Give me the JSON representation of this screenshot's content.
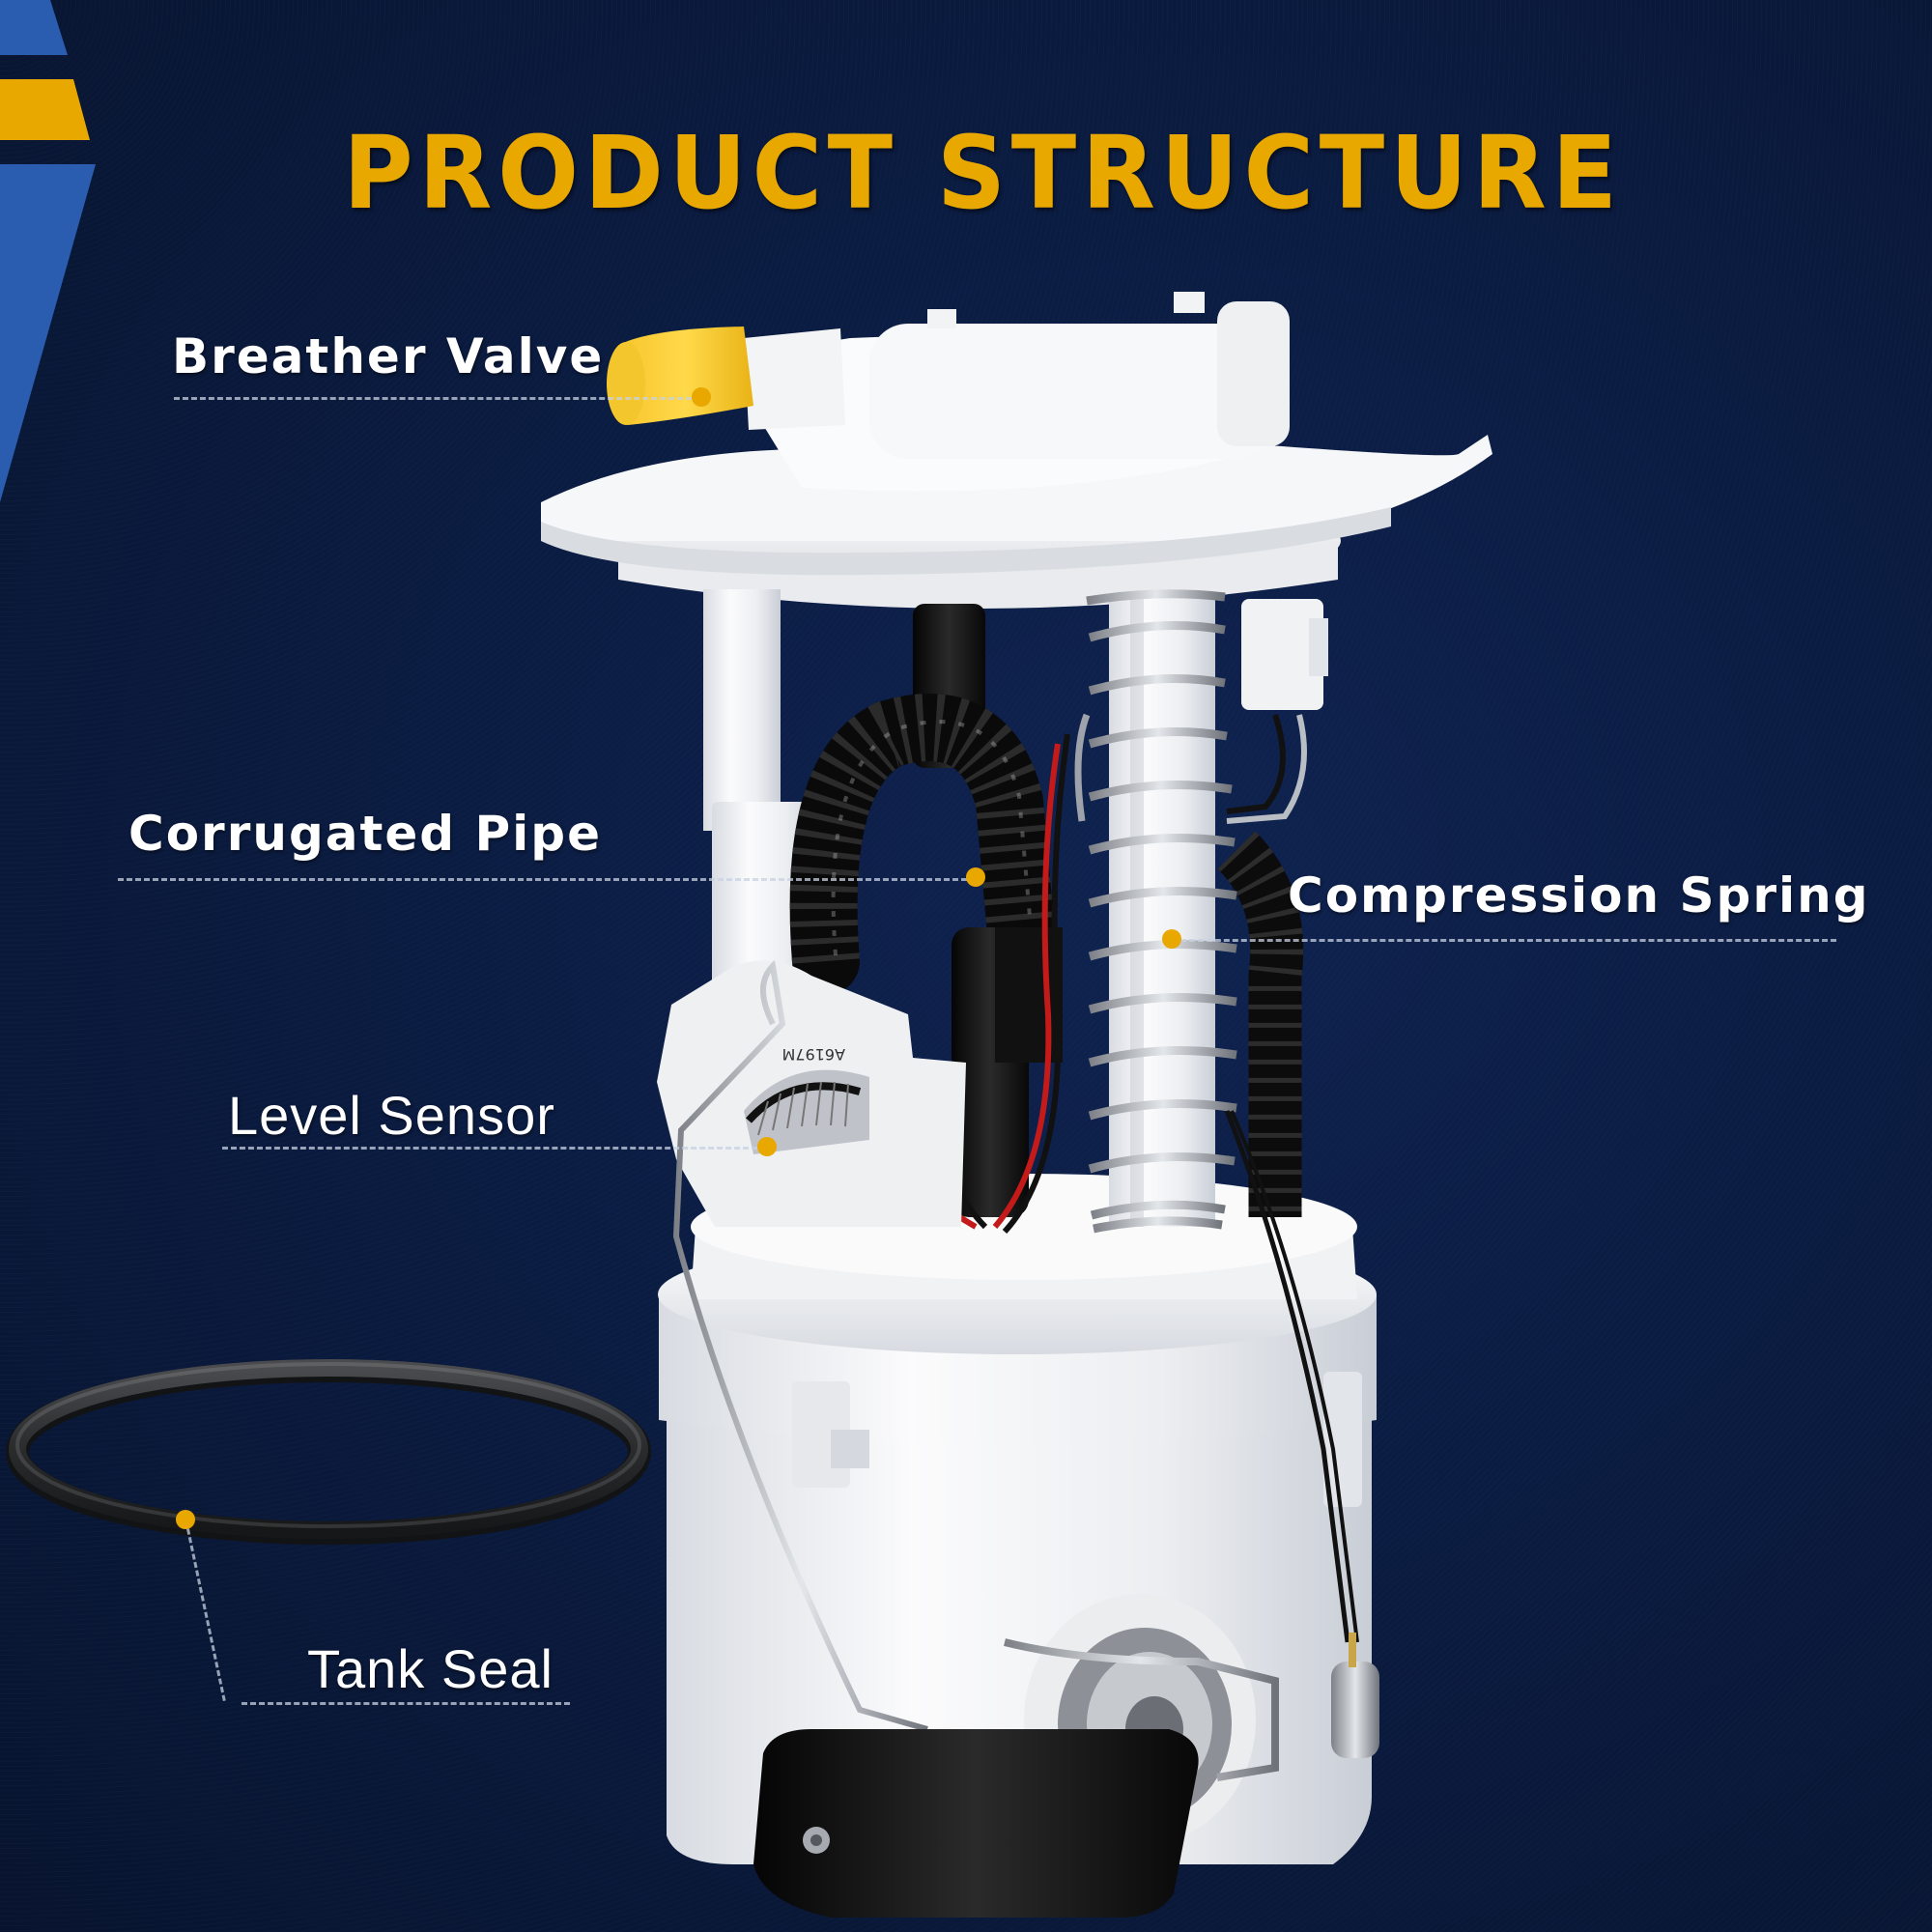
{
  "page": {
    "title": "PRODUCT STRUCTURE",
    "colors": {
      "background": "#0b1c42",
      "accent_yellow": "#e8a800",
      "accent_blue": "#2a5db0",
      "label_text": "#ffffff",
      "dot": "#e8a800"
    }
  },
  "callouts": [
    {
      "id": "breather-valve",
      "label": "Breather Valve"
    },
    {
      "id": "corrugated-pipe",
      "label": "Corrugated Pipe"
    },
    {
      "id": "compression-spring",
      "label": "Compression Spring"
    },
    {
      "id": "level-sensor",
      "label": "Level Sensor"
    },
    {
      "id": "tank-seal",
      "label": "Tank Seal"
    }
  ],
  "product": {
    "name": "fuel-pump-module-assembly",
    "sensor_marking": "A6197M"
  }
}
